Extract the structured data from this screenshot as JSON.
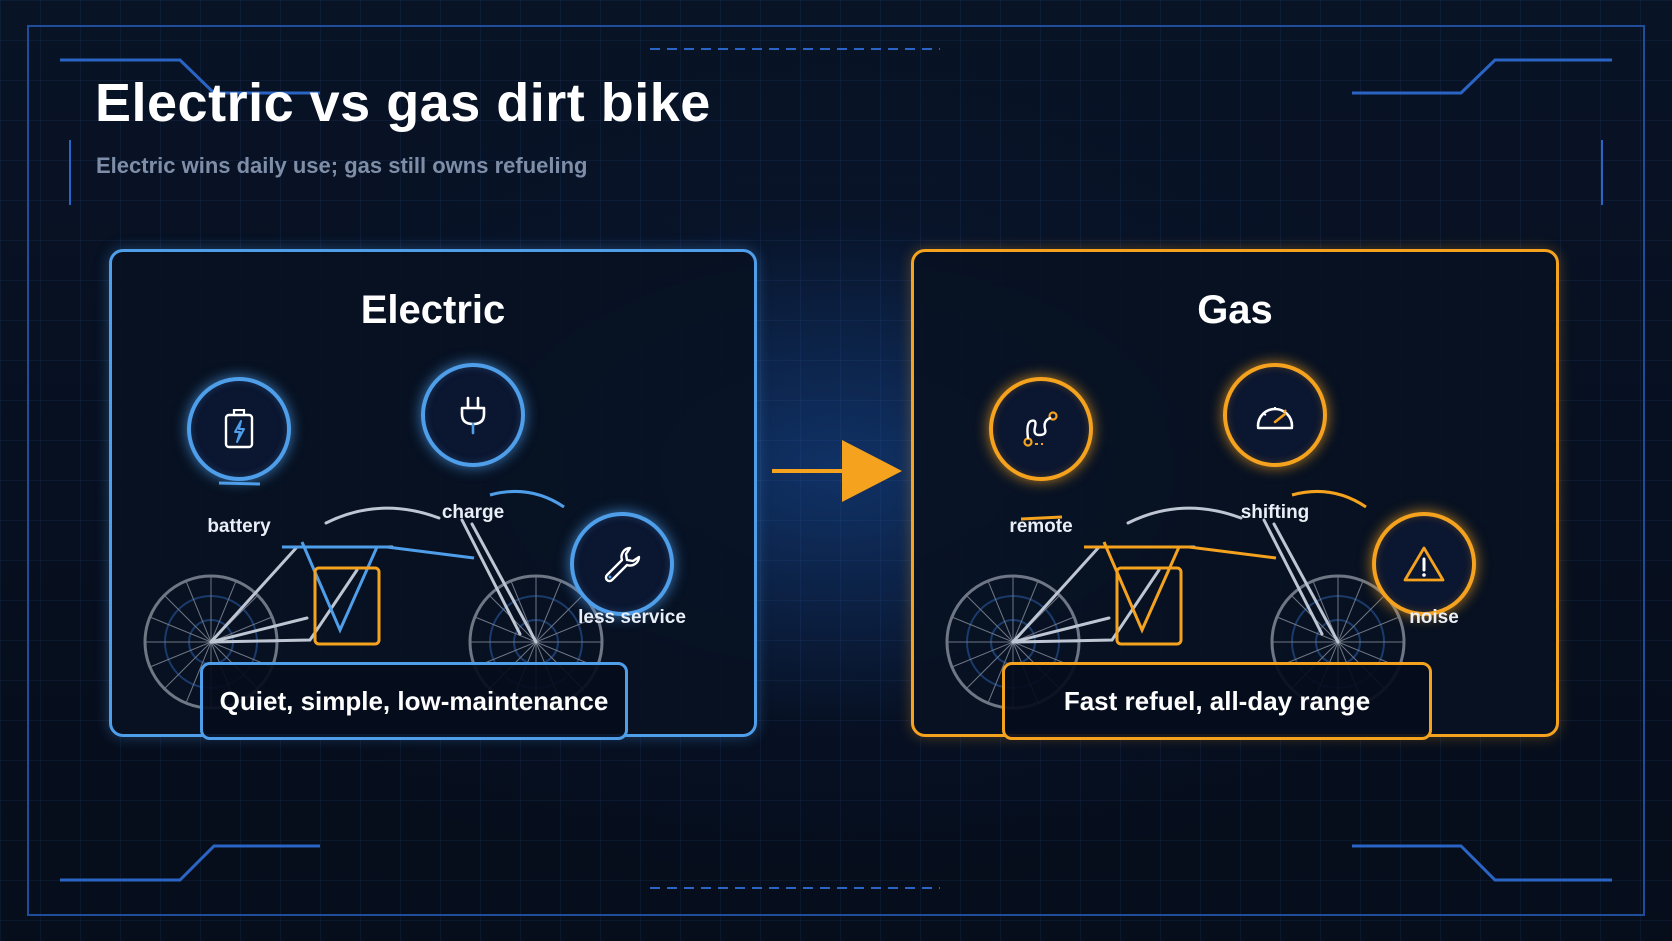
{
  "header": {
    "title": "Electric vs gas dirt bike",
    "subtitle": "Electric wins daily use; gas still owns refueling"
  },
  "colors": {
    "electric_accent": "#4f9eea",
    "gas_accent": "#f5a21e",
    "frame_line": "#2a64c4"
  },
  "panels": {
    "electric": {
      "title": "Electric",
      "nodes": [
        {
          "label": "battery",
          "icon": "battery-charging-icon"
        },
        {
          "label": "charge",
          "icon": "plug-icon"
        },
        {
          "label": "less service",
          "icon": "wrench-icon"
        }
      ],
      "callout": "Quiet, simple, low-maintenance"
    },
    "gas": {
      "title": "Gas",
      "nodes": [
        {
          "label": "remote",
          "icon": "route-icon"
        },
        {
          "label": "shifting",
          "icon": "gauge-icon"
        },
        {
          "label": "noise",
          "icon": "warning-icon"
        }
      ],
      "callout": "Fast refuel, all-day range"
    }
  }
}
